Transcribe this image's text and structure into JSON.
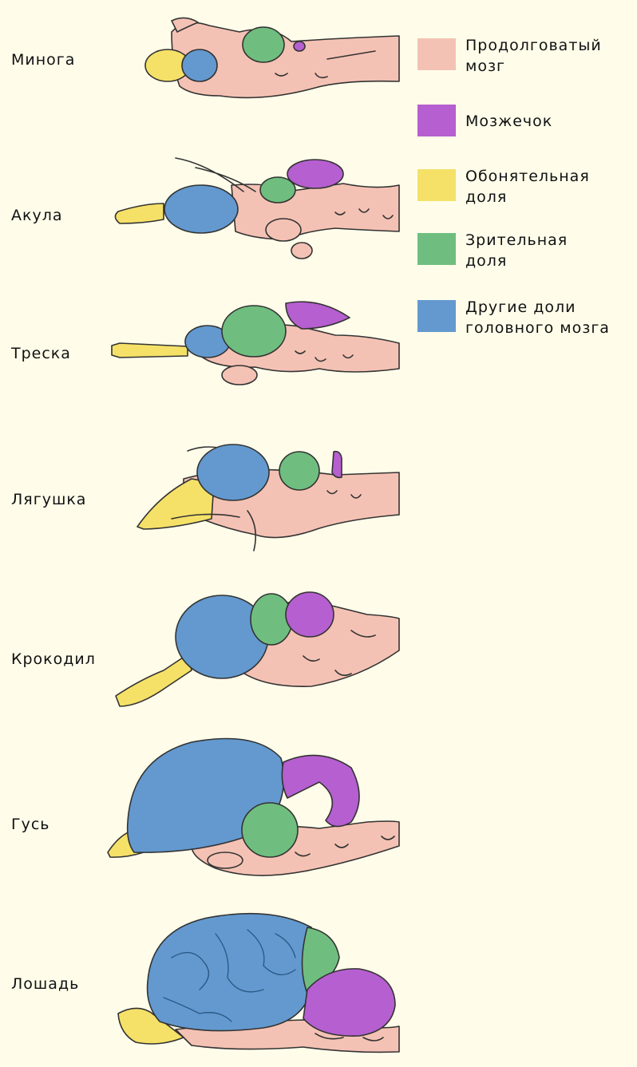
{
  "colors": {
    "medulla": "#f4c2b4",
    "cerebellum": "#b65fd0",
    "olfactory": "#f5e168",
    "optic": "#6fbe7f",
    "other": "#6399cf"
  },
  "animals": [
    {
      "id": "lamprey",
      "label": "Минога"
    },
    {
      "id": "shark",
      "label": "Акула"
    },
    {
      "id": "cod",
      "label": "Треска"
    },
    {
      "id": "frog",
      "label": "Лягушка"
    },
    {
      "id": "crocodile",
      "label": "Крокодил"
    },
    {
      "id": "goose",
      "label": "Гусь"
    },
    {
      "id": "horse",
      "label": "Лошадь"
    }
  ],
  "legend": [
    {
      "key": "medulla",
      "line1": "Продолговатый",
      "line2": "мозг"
    },
    {
      "key": "cerebellum",
      "line1": "Мозжечок",
      "line2": ""
    },
    {
      "key": "olfactory",
      "line1": "Обонятельная",
      "line2": "доля"
    },
    {
      "key": "optic",
      "line1": "Зрительная",
      "line2": "доля"
    },
    {
      "key": "other",
      "line1": "Другие доли",
      "line2": "головного мозга"
    }
  ]
}
